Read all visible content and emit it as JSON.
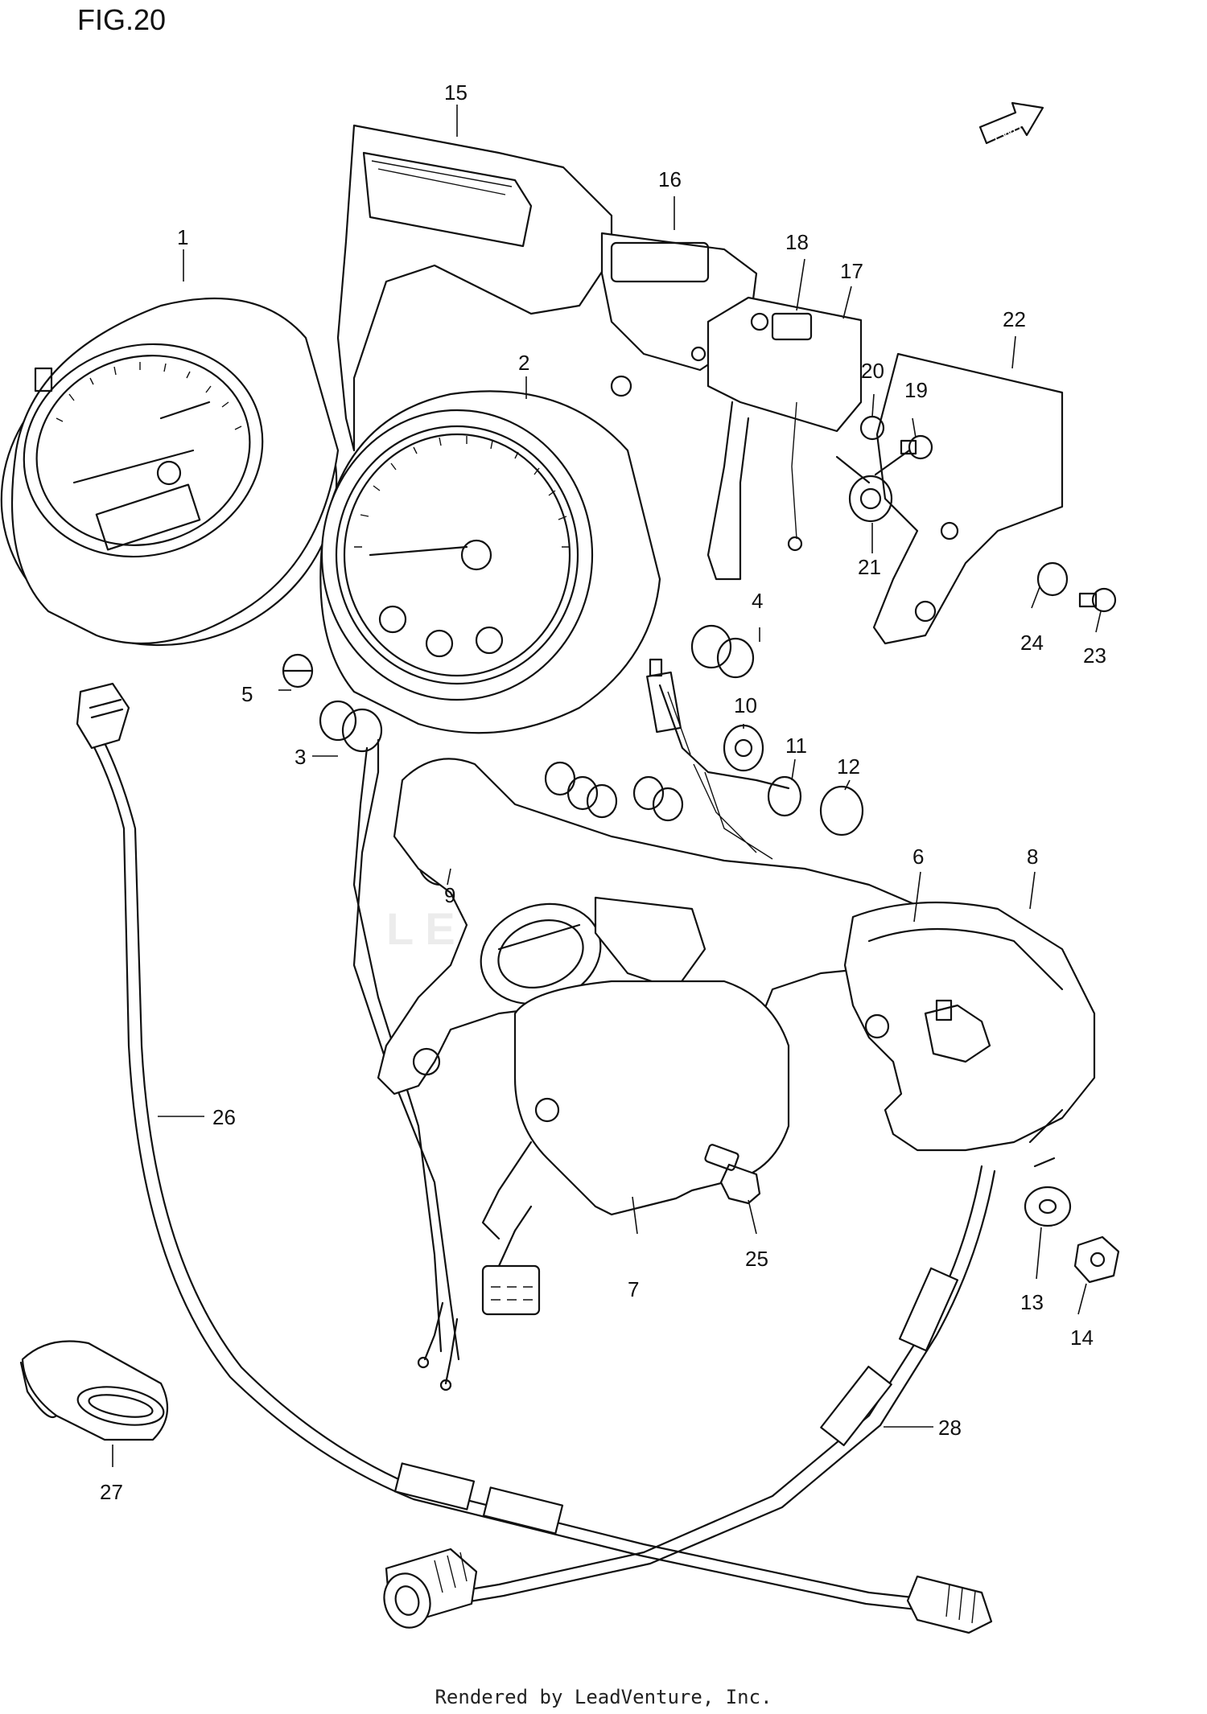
{
  "figure": {
    "title": "FIG.20",
    "footer": "Rendered by LeadVenture, Inc.",
    "watermark": "LEADVENTURE",
    "fwd_label": "FWD"
  },
  "callouts": {
    "c1": "1",
    "c2": "2",
    "c3": "3",
    "c4": "4",
    "c5": "5",
    "c6": "6",
    "c7": "7",
    "c8": "8",
    "c9": "9",
    "c10": "10",
    "c11": "11",
    "c12": "12",
    "c13": "13",
    "c14": "14",
    "c15": "15",
    "c16": "16",
    "c17": "17",
    "c18": "18",
    "c19": "19",
    "c20": "20",
    "c21": "21",
    "c22": "22",
    "c23": "23",
    "c24": "24",
    "c25": "25",
    "c26": "26",
    "c27": "27",
    "c28": "28"
  }
}
